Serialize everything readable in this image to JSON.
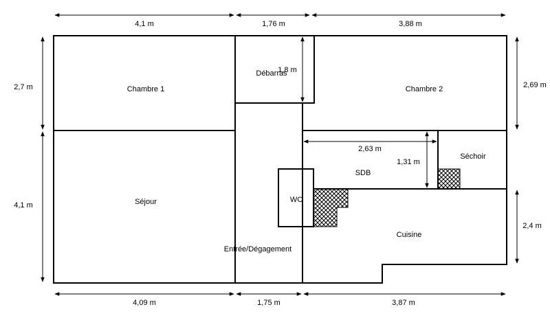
{
  "rooms": {
    "chambre1": "Chambre 1",
    "debarras": "Débarras",
    "chambre2": "Chambre 2",
    "sejour": "Séjour",
    "wc": "WC",
    "sdb": "SDB",
    "sechoir": "Séchoir",
    "cuisine": "Cuisine",
    "entree": "Entrée/Dégagement"
  },
  "dimensions": {
    "top_left": "4,1 m",
    "top_mid": "1,76 m",
    "top_right": "3,88 m",
    "bottom_left": "4,09 m",
    "bottom_mid": "1,75 m",
    "bottom_right": "3,87 m",
    "left_upper": "2,7 m",
    "left_lower": "4,1 m",
    "right_upper": "2,69 m",
    "right_lower": "2,4 m",
    "debarras_height": "1,8 m",
    "sdb_width": "2,63 m",
    "sdb_height": "1,31 m"
  }
}
